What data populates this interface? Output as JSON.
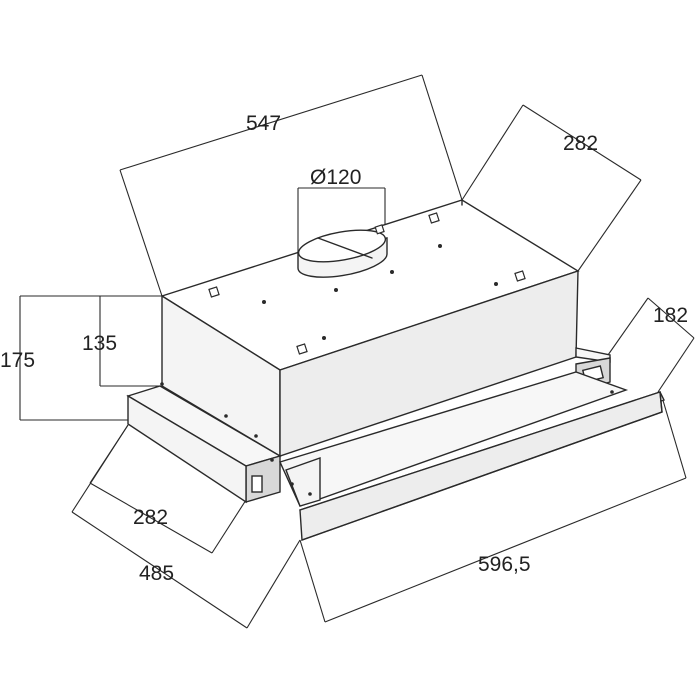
{
  "dimensions": {
    "width_top": "547",
    "depth_top": "282",
    "duct_diameter": "Ø120",
    "panel_depth": "182",
    "total_height": "175",
    "body_height": "135",
    "depth_bottom": "282",
    "total_depth": "485",
    "front_width": "596,5"
  },
  "colors": {
    "line": "#2a2a2a",
    "text": "#222222",
    "background": "#ffffff"
  }
}
